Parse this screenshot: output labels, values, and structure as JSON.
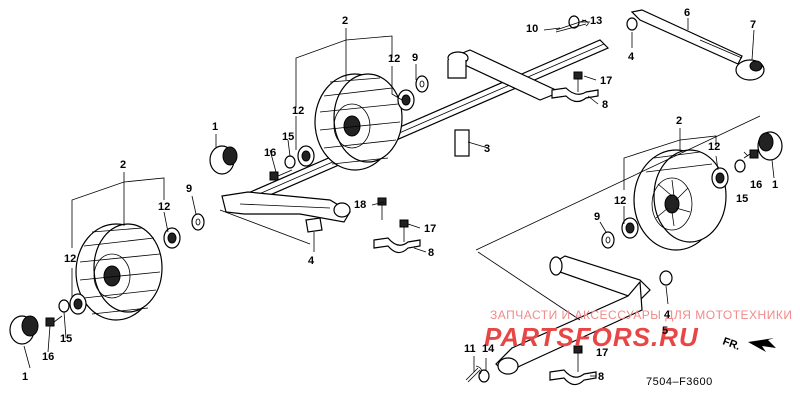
{
  "diagram": {
    "drawing_code": "7504–F3600",
    "direction_label": "FR.",
    "watermark": {
      "line1": "ЗАПЧАСТИ И АКСЕССУАРЫ ДЛЯ МОТОТЕХНИКИ",
      "line2": "PARTSFORS.RU"
    },
    "callouts": {
      "c1a": "1",
      "c1b": "1",
      "c1c": "1",
      "c2a": "2",
      "c2b": "2",
      "c2c": "2",
      "c3": "3",
      "c4a": "4",
      "c4b": "4",
      "c4c": "4",
      "c5": "5",
      "c6": "6",
      "c7": "7",
      "c8a": "8",
      "c8b": "8",
      "c8c": "8",
      "c9a": "9",
      "c9b": "9",
      "c9c": "9",
      "c10": "10",
      "c11": "11",
      "c12a": "12",
      "c12b": "12",
      "c12c": "12",
      "c12d": "12",
      "c12e": "12",
      "c12f": "12",
      "c13": "13",
      "c14": "14",
      "c15a": "15",
      "c15b": "15",
      "c15c": "15",
      "c16a": "16",
      "c16b": "16",
      "c16c": "16",
      "c17a": "17",
      "c17b": "17",
      "c17c": "17",
      "c18": "18"
    }
  }
}
